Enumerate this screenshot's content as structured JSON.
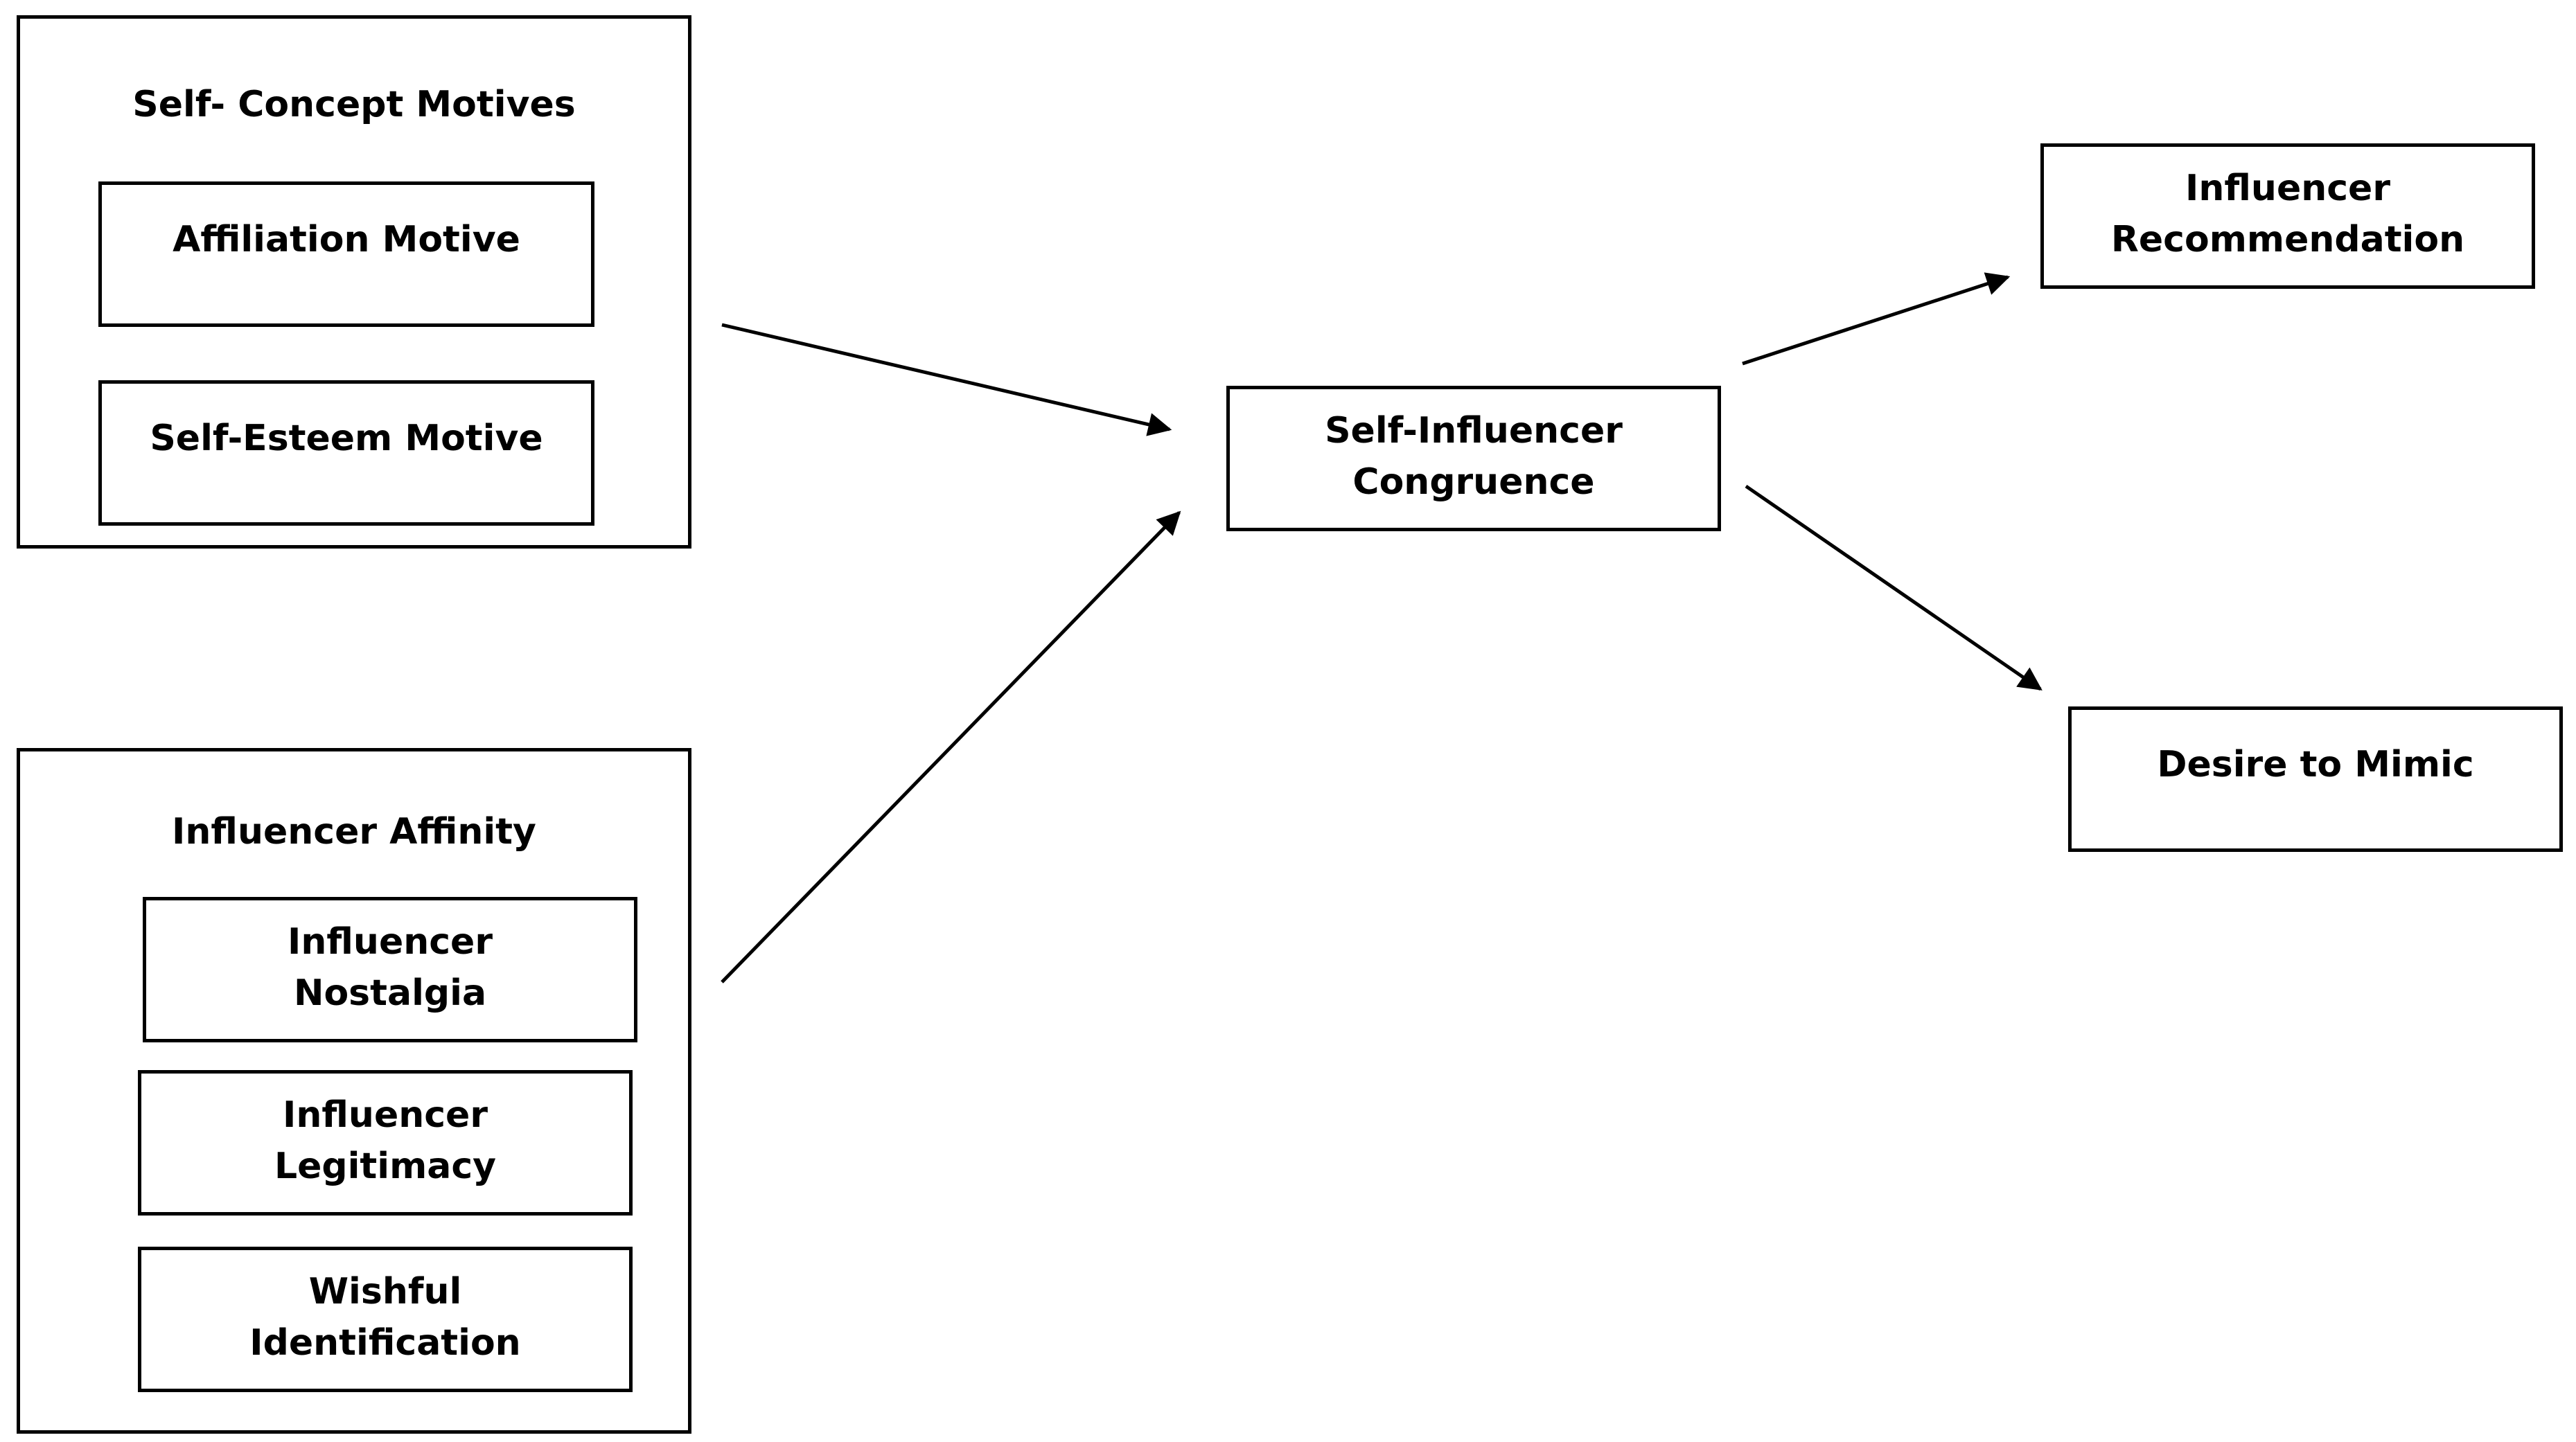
{
  "groups": {
    "self_concept": {
      "title": "Self- Concept Motives",
      "items": [
        {
          "line1": "Affiliation Motive"
        },
        {
          "line1": "Self-Esteem Motive"
        }
      ]
    },
    "influencer_affinity": {
      "title": "Influencer Affinity",
      "items": [
        {
          "line1": "Influencer",
          "line2": "Nostalgia"
        },
        {
          "line1": "Influencer",
          "line2": "Legitimacy"
        },
        {
          "line1": "Wishful",
          "line2": "Identification"
        }
      ]
    }
  },
  "mediator": {
    "line1": "Self-Influencer",
    "line2": "Congruence"
  },
  "outcomes": [
    {
      "line1": "Influencer",
      "line2": "Recommendation"
    },
    {
      "line1": "Desire to Mimic"
    }
  ],
  "colors": {
    "line": "#000000",
    "background": "#ffffff"
  }
}
